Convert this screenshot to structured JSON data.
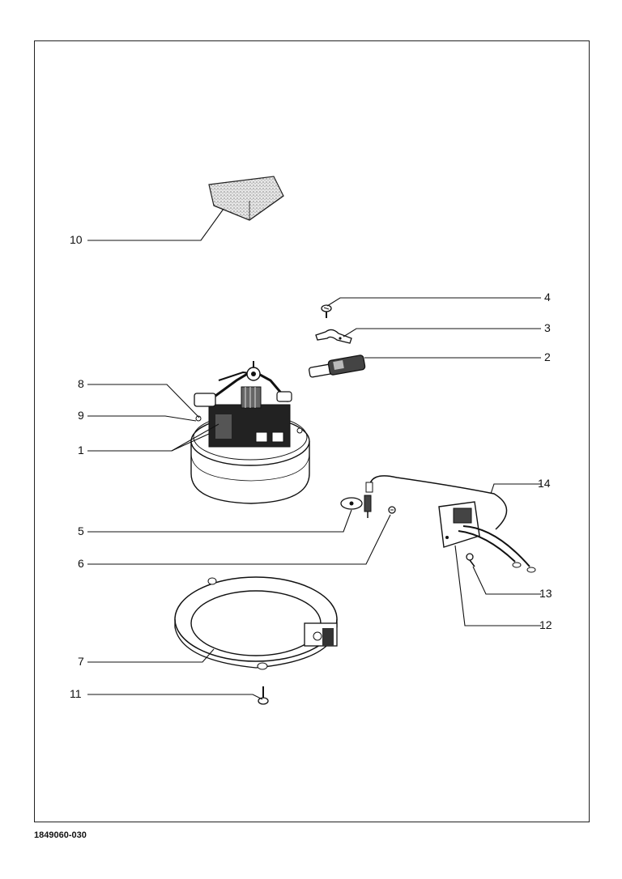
{
  "diagram": {
    "labels": {
      "l1": "1",
      "l2": "2",
      "l3": "3",
      "l4": "4",
      "l5": "5",
      "l6": "6",
      "l7": "7",
      "l8": "8",
      "l9": "9",
      "l10": "10",
      "l11": "11",
      "l12": "12",
      "l13": "13",
      "l14": "14"
    },
    "document_number": "1849060-030"
  }
}
